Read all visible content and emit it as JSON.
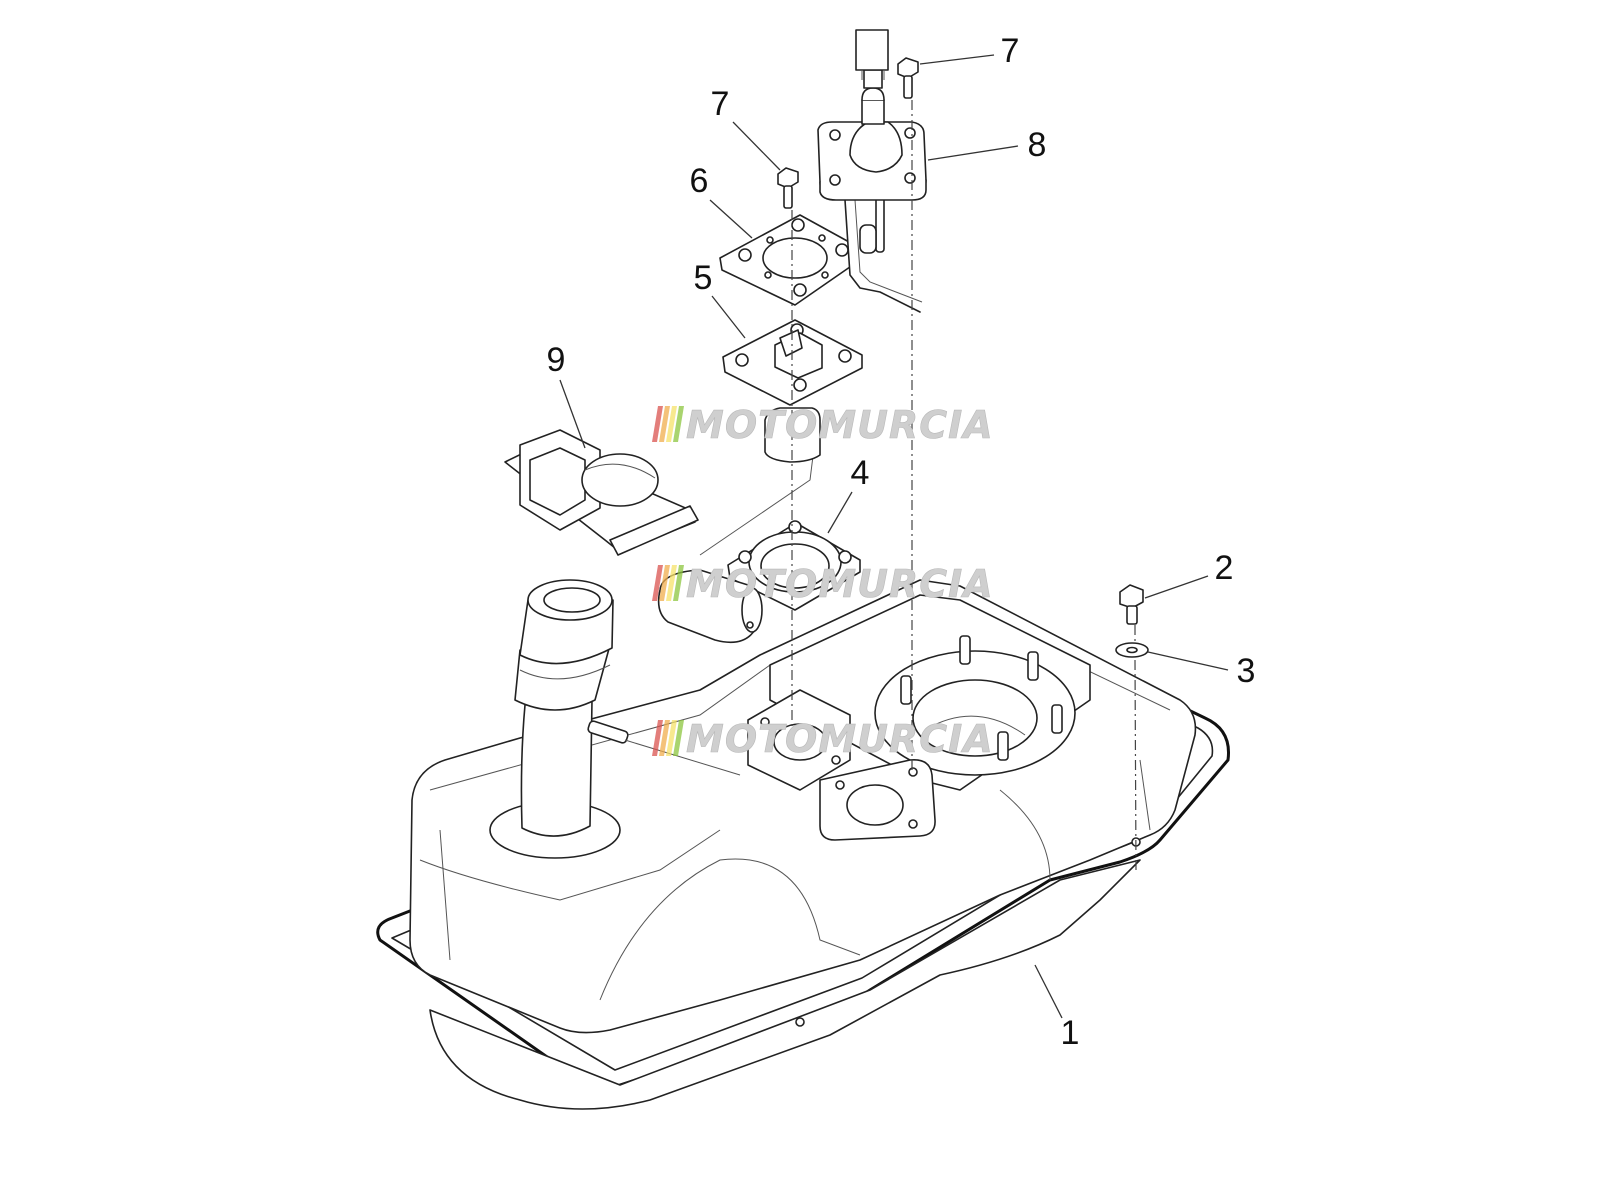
{
  "callouts": {
    "c1": "1",
    "c2": "2",
    "c3": "3",
    "c4": "4",
    "c5": "5",
    "c6": "6",
    "c7a": "7",
    "c7b": "7",
    "c8": "8",
    "c9": "9"
  },
  "watermark": {
    "text": "MOTOMURCIA",
    "stripe_colors": [
      "#d9534f",
      "#f0ad4e",
      "#f5e26a",
      "#8cc63f"
    ]
  }
}
